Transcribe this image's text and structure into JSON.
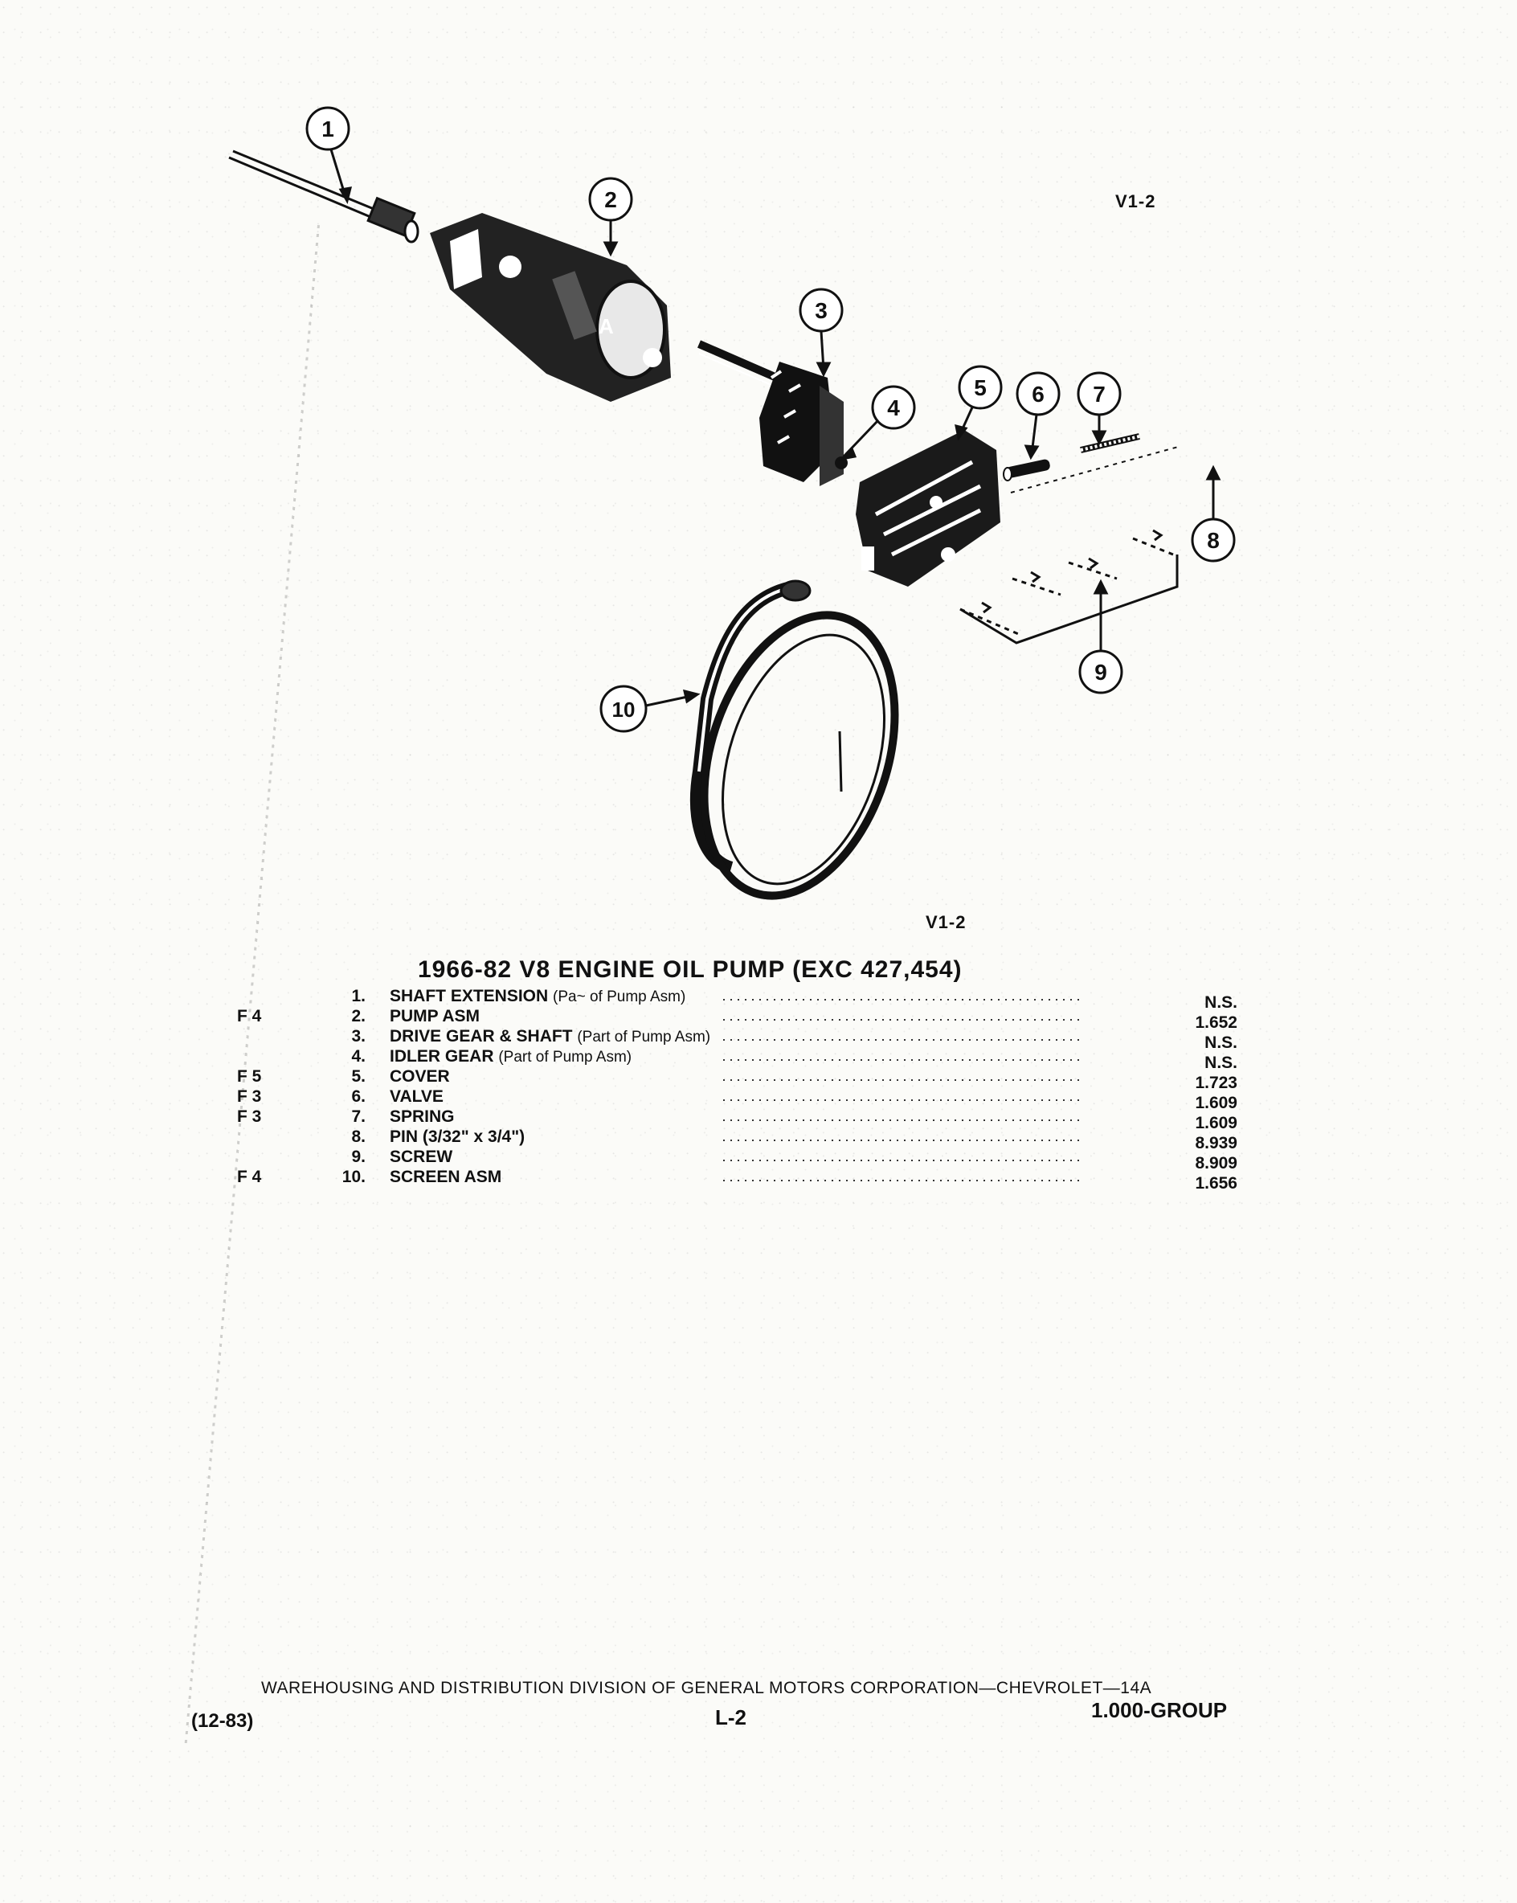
{
  "diagram": {
    "labels": [
      "V1-2",
      "V1-2"
    ],
    "callouts": [
      "1",
      "2",
      "3",
      "4",
      "5",
      "6",
      "7",
      "8",
      "9",
      "10"
    ]
  },
  "table": {
    "title": "1966-82 V8 ENGINE OIL PUMP (EXC 427,454)",
    "rows": [
      {
        "code": "",
        "num": "1.",
        "name": "SHAFT EXTENSION",
        "note": "(Pa~ of Pump Asm)",
        "price": "N.S."
      },
      {
        "code": "F  4",
        "num": "2.",
        "name": "PUMP ASM",
        "note": "",
        "price": "1.652"
      },
      {
        "code": "",
        "num": "3.",
        "name": "DRIVE GEAR & SHAFT",
        "note": "(Part of Pump Asm)",
        "price": "N.S."
      },
      {
        "code": "",
        "num": "4.",
        "name": "IDLER GEAR",
        "note": "(Part of Pump Asm)",
        "price": "N.S."
      },
      {
        "code": "F  5",
        "num": "5.",
        "name": "COVER",
        "note": "",
        "price": "1.723"
      },
      {
        "code": "F  3",
        "num": "6.",
        "name": "VALVE",
        "note": "",
        "price": "1.609"
      },
      {
        "code": "F  3",
        "num": "7.",
        "name": "SPRING",
        "note": "",
        "price": "1.609"
      },
      {
        "code": "",
        "num": "8.",
        "name": "PIN (3/32\" x 3/4\")",
        "note": "",
        "price": "8.939"
      },
      {
        "code": "",
        "num": "9.",
        "name": "SCREW",
        "note": "",
        "price": "8.909"
      },
      {
        "code": "F  4",
        "num": "10.",
        "name": "SCREEN ASM",
        "note": "",
        "price": "1.656"
      }
    ]
  },
  "footer": {
    "division": "WAREHOUSING AND DISTRIBUTION DIVISION OF GENERAL MOTORS CORPORATION—CHEVROLET—14A",
    "date": "(12-83)",
    "page": "L-2",
    "group": "1.000-GROUP"
  }
}
